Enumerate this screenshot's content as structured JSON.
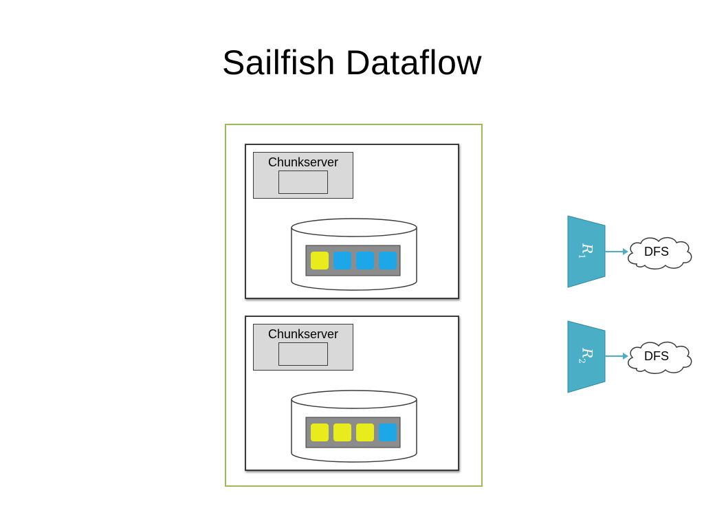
{
  "title": "Sailfish Dataflow",
  "colors": {
    "frame": "#9bbb59",
    "chunk_yellow": "#e8ec1c",
    "chunk_blue": "#1ea7e8",
    "chunk_tray": "#8c8c8c",
    "reducer": "#4aaec6",
    "arrow": "#4aaec6"
  },
  "servers": [
    {
      "label": "Chunkserver",
      "chunks": [
        "yellow",
        "blue",
        "blue",
        "blue"
      ]
    },
    {
      "label": "Chunkserver",
      "chunks": [
        "yellow",
        "yellow",
        "yellow",
        "blue"
      ]
    }
  ],
  "reducers": [
    {
      "letter": "R",
      "index": "1",
      "target": "DFS"
    },
    {
      "letter": "R",
      "index": "2",
      "target": "DFS"
    }
  ]
}
